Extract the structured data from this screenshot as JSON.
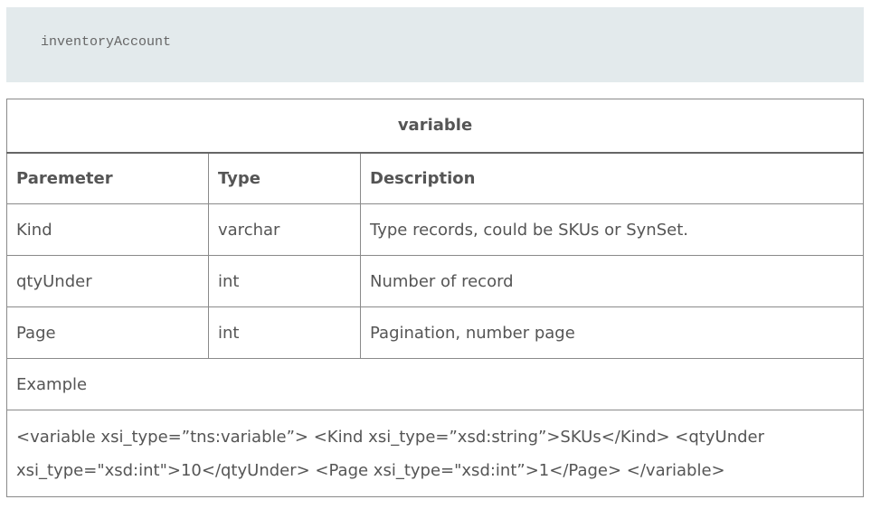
{
  "code": {
    "text": "inventoryAccount"
  },
  "table": {
    "title": "variable",
    "headers": [
      "Paremeter",
      "Type",
      "Description"
    ],
    "rows": [
      [
        "Kind",
        "varchar",
        "Type records, could be SKUs or SynSet."
      ],
      [
        "qtyUnder",
        "int",
        "Number of record"
      ],
      [
        "Page",
        "int",
        "Pagination, number page"
      ]
    ],
    "example_label": "Example",
    "example_code": "<variable xsi_type=”tns:variable”> <Kind xsi_type=”xsd:string”>SKUs</Kind> <qtyUnder xsi_type=\"xsd:int\">10</qtyUnder> <Page xsi_type=\"xsd:int”>1</Page> </variable>"
  }
}
